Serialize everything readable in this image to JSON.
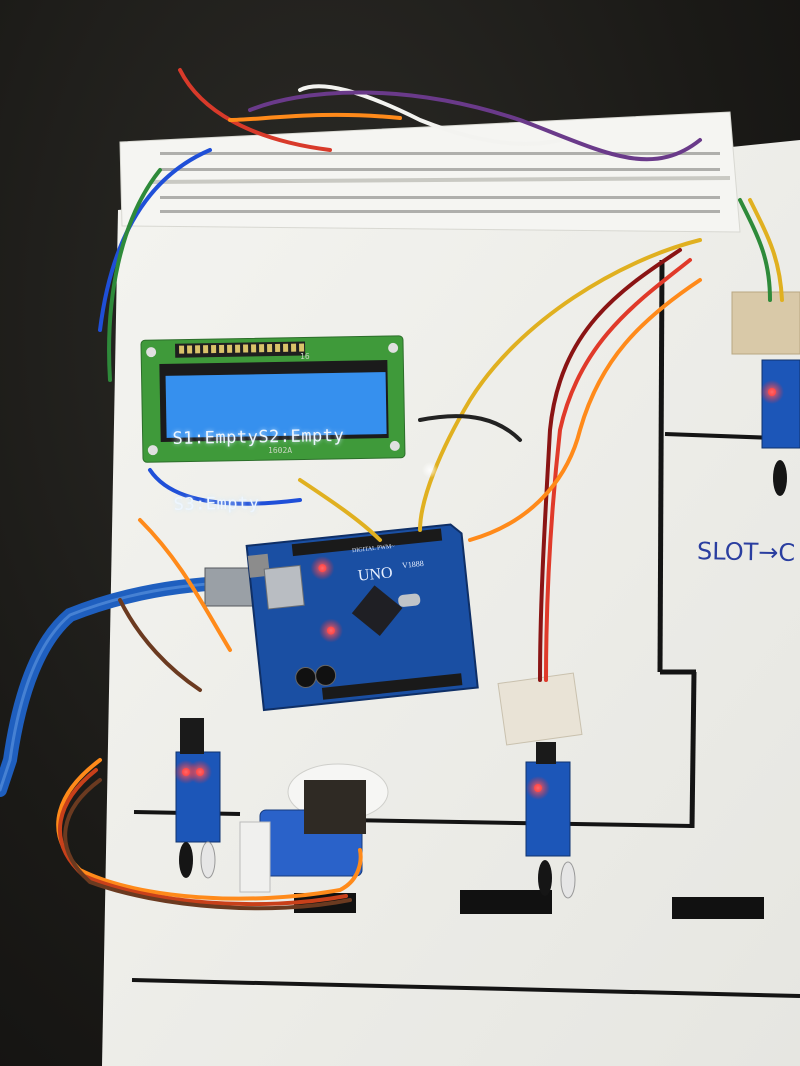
{
  "lcd": {
    "line1": "S1:EmptyS2:Empty",
    "line2": "S3:Empty",
    "model_label": "1602A",
    "pin_label": "16"
  },
  "arduino": {
    "board_label": "UNO",
    "version_label": "V1888",
    "digital_label": "DIGITAL PWM~"
  },
  "board_note": "SLOT→C",
  "colors": {
    "lcd_screen": "#1f7fe8",
    "lcd_pcb": "#3f9a3a",
    "arduino_pcb": "#1a4fa3",
    "led_red": "#ff2a2a",
    "usb_cable": "#1f5fbf",
    "paper": "#f2f2ee",
    "ink_line": "#1a1a1a"
  }
}
